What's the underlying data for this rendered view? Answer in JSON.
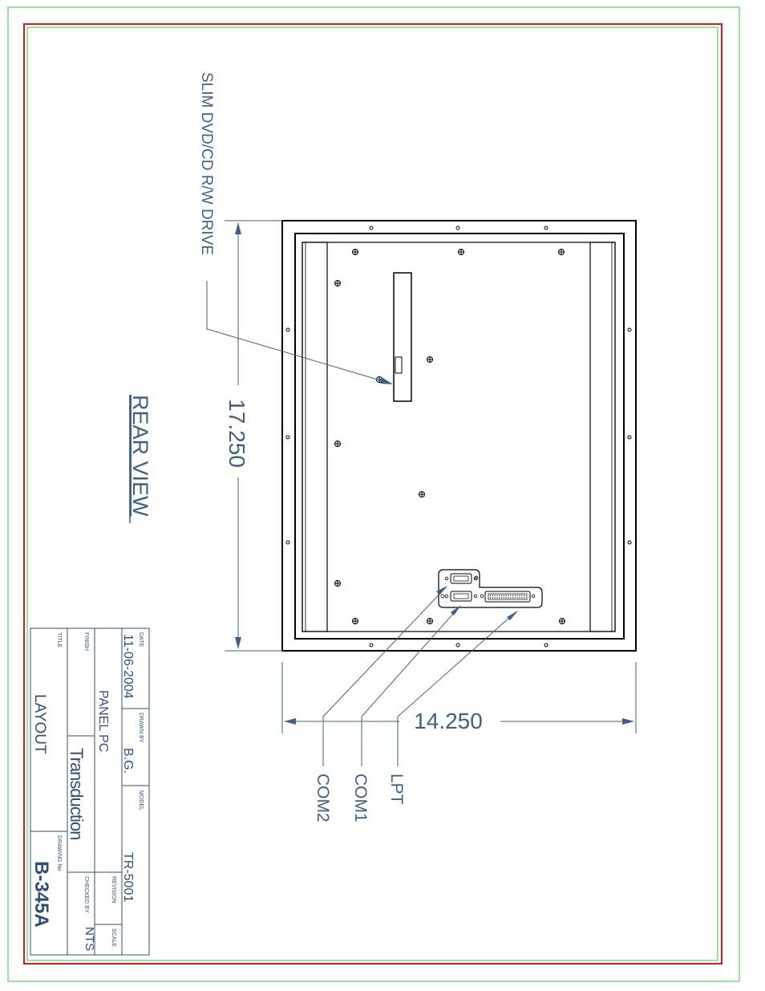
{
  "drawing": {
    "view_title": "REAR VIEW",
    "dimension_height": "17.250",
    "dimension_width": "14.250",
    "callouts": {
      "drive": "SLIM DVD/CD R/W DRIVE",
      "com2": "COM2",
      "com1": "COM1",
      "lpt": "LPT"
    }
  },
  "title_block": {
    "date_label": "DATE",
    "date": "11-06-2004",
    "drawn_by_label": "DRAWN BY",
    "drawn_by": "B.G.",
    "model_label": "MODEL",
    "model": "TR-5001",
    "revision_label": "REVISION",
    "revision": "",
    "scale_label": "SCALE",
    "scale": "NTS",
    "finish_label": "FINISH",
    "finish": "",
    "product": "PANEL PC",
    "company": "Transduction",
    "checked_by_label": "CHECKED BY",
    "checked_by": "",
    "title_label": "TITLE",
    "title": "LAYOUT",
    "drawing_no_label": "DRAWING No",
    "drawing_no": "B-345A"
  },
  "colors": {
    "border_outer": "#2ecc40",
    "border_red": "#e8141a",
    "line": "#3f5f86",
    "panel": "#000000"
  }
}
